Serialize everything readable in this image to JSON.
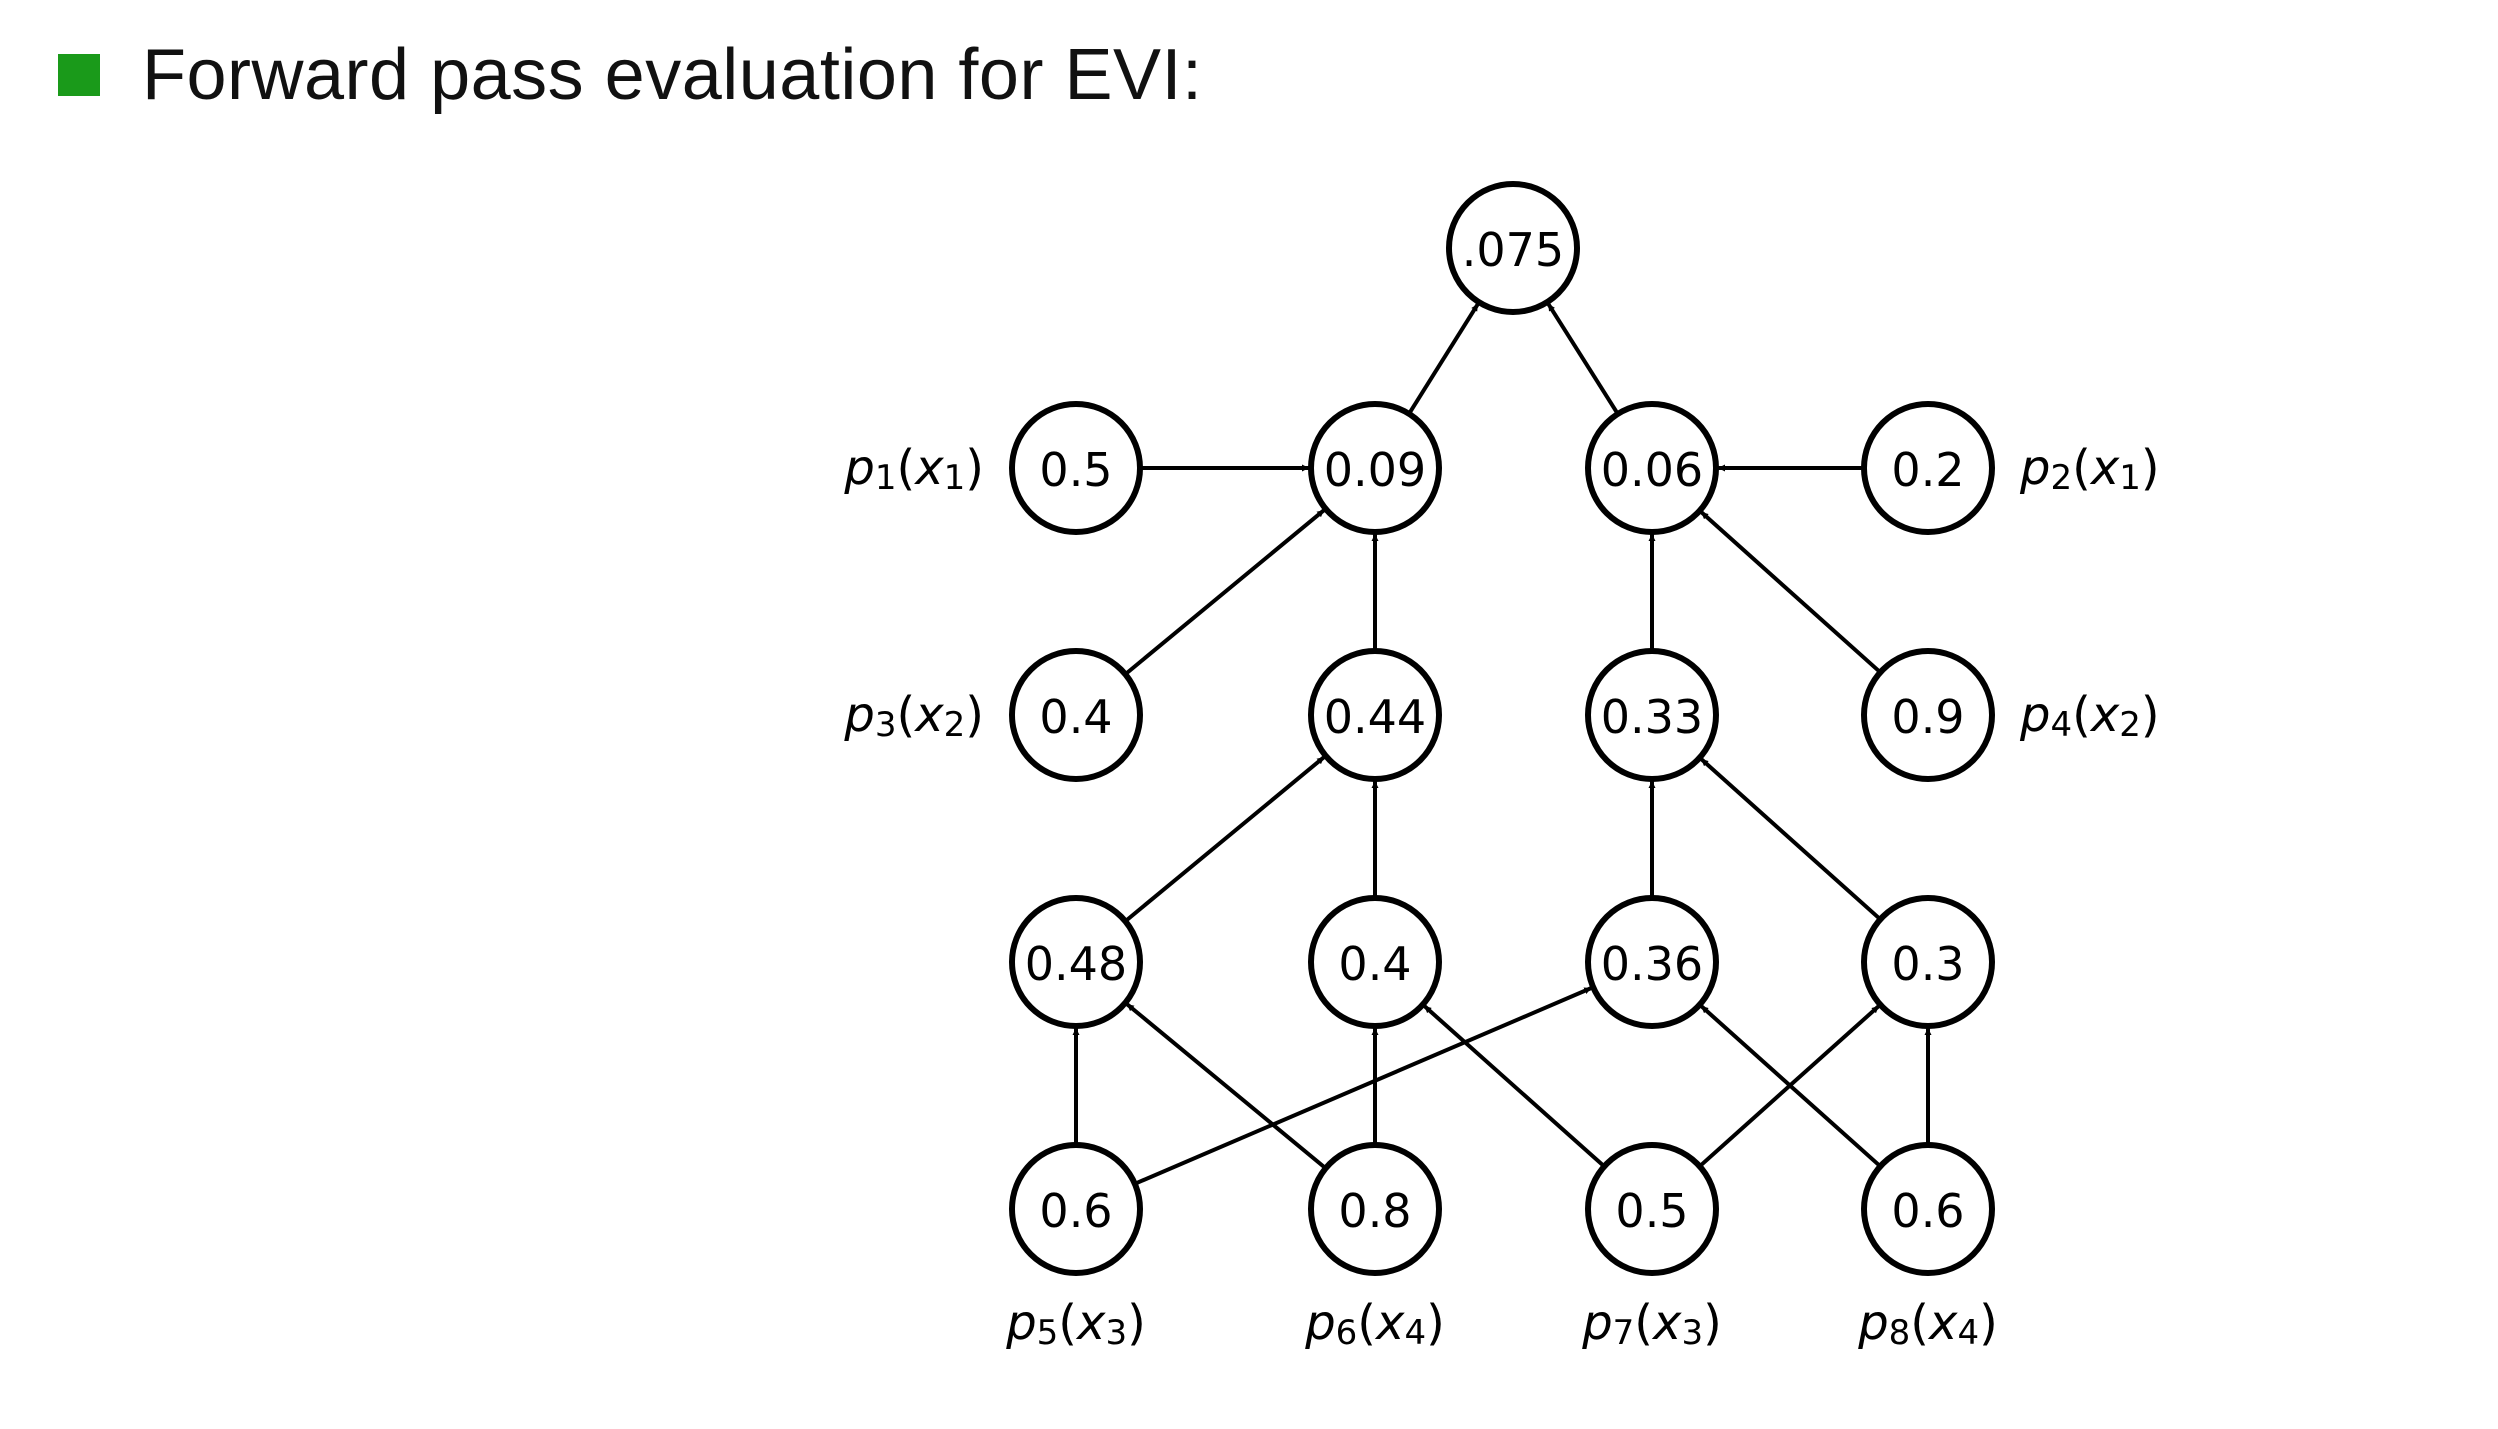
{
  "slide": {
    "title": "Forward pass evaluation for EVI:",
    "bullet_color": "#1a9a1a"
  },
  "nodes": [
    {
      "id": "root",
      "value": ".075"
    },
    {
      "id": "p1",
      "value": "0.5"
    },
    {
      "id": "prod-left",
      "value": "0.09"
    },
    {
      "id": "prod-right",
      "value": "0.06"
    },
    {
      "id": "p2",
      "value": "0.2"
    },
    {
      "id": "p3",
      "value": "0.4"
    },
    {
      "id": "sum-left",
      "value": "0.44"
    },
    {
      "id": "sum-right",
      "value": "0.33"
    },
    {
      "id": "p4",
      "value": "0.9"
    },
    {
      "id": "prod-a",
      "value": "0.48"
    },
    {
      "id": "prod-b",
      "value": "0.4"
    },
    {
      "id": "prod-c",
      "value": "0.36"
    },
    {
      "id": "prod-d",
      "value": "0.3"
    },
    {
      "id": "p5",
      "value": "0.6"
    },
    {
      "id": "p6",
      "value": "0.8"
    },
    {
      "id": "p7",
      "value": "0.5"
    },
    {
      "id": "p8",
      "value": "0.6"
    }
  ],
  "edges": [
    {
      "from": "prod-left",
      "to": "root"
    },
    {
      "from": "prod-right",
      "to": "root"
    },
    {
      "from": "p1",
      "to": "prod-left"
    },
    {
      "from": "p3",
      "to": "prod-left"
    },
    {
      "from": "sum-left",
      "to": "prod-left"
    },
    {
      "from": "p2",
      "to": "prod-right"
    },
    {
      "from": "p4",
      "to": "prod-right"
    },
    {
      "from": "sum-right",
      "to": "prod-right"
    },
    {
      "from": "prod-a",
      "to": "sum-left"
    },
    {
      "from": "prod-b",
      "to": "sum-left"
    },
    {
      "from": "prod-c",
      "to": "sum-right"
    },
    {
      "from": "prod-d",
      "to": "sum-right"
    },
    {
      "from": "p5",
      "to": "prod-a"
    },
    {
      "from": "p6",
      "to": "prod-a"
    },
    {
      "from": "p6",
      "to": "prod-b"
    },
    {
      "from": "p7",
      "to": "prod-b"
    },
    {
      "from": "p5",
      "to": "prod-c"
    },
    {
      "from": "p8",
      "to": "prod-c"
    },
    {
      "from": "p7",
      "to": "prod-d"
    },
    {
      "from": "p8",
      "to": "prod-d"
    }
  ],
  "leaf_labels": [
    {
      "node": "p1",
      "fn": "p",
      "fn_sub": "1",
      "arg": "x",
      "arg_sub": "1"
    },
    {
      "node": "p2",
      "fn": "p",
      "fn_sub": "2",
      "arg": "x",
      "arg_sub": "1"
    },
    {
      "node": "p3",
      "fn": "p",
      "fn_sub": "3",
      "arg": "x",
      "arg_sub": "2"
    },
    {
      "node": "p4",
      "fn": "p",
      "fn_sub": "4",
      "arg": "x",
      "arg_sub": "2"
    },
    {
      "node": "p5",
      "fn": "p",
      "fn_sub": "5",
      "arg": "x",
      "arg_sub": "3"
    },
    {
      "node": "p6",
      "fn": "p",
      "fn_sub": "6",
      "arg": "x",
      "arg_sub": "4"
    },
    {
      "node": "p7",
      "fn": "p",
      "fn_sub": "7",
      "arg": "x",
      "arg_sub": "3"
    },
    {
      "node": "p8",
      "fn": "p",
      "fn_sub": "8",
      "arg": "x",
      "arg_sub": "4"
    }
  ]
}
